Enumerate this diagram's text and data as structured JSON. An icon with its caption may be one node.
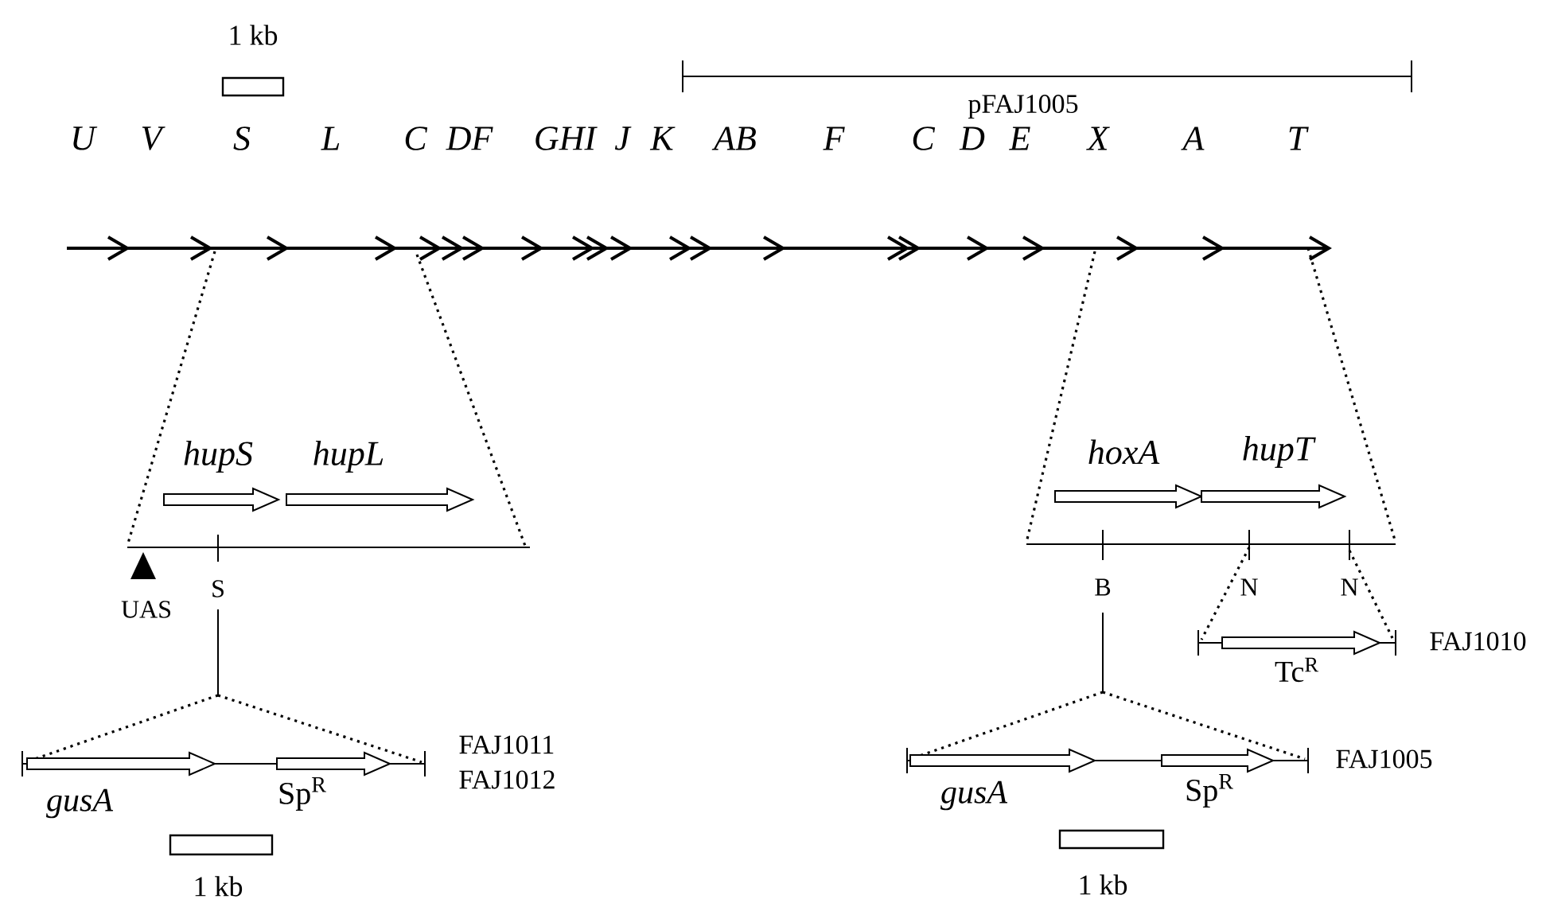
{
  "diagram": {
    "labels": [
      "1 kb",
      "pFAJ1005",
      "U",
      "V",
      "S",
      "L",
      "C",
      "DF",
      "GHI",
      "J",
      "K",
      "AB",
      "F",
      "C",
      "D",
      "E",
      "X",
      "A",
      "T",
      "hupS",
      "hupL",
      "hoxA",
      "hupT",
      "UAS",
      "S",
      "B",
      "N",
      "N",
      "Tc$^{R}$",
      "FAJ1010",
      "FAJ1011",
      "FAJ1012",
      "FAJ1005",
      "gusA",
      "Sp$^{R}$",
      "gusA",
      "Sp$^{R}$",
      "1 kb",
      "1 kb"
    ]
  }
}
